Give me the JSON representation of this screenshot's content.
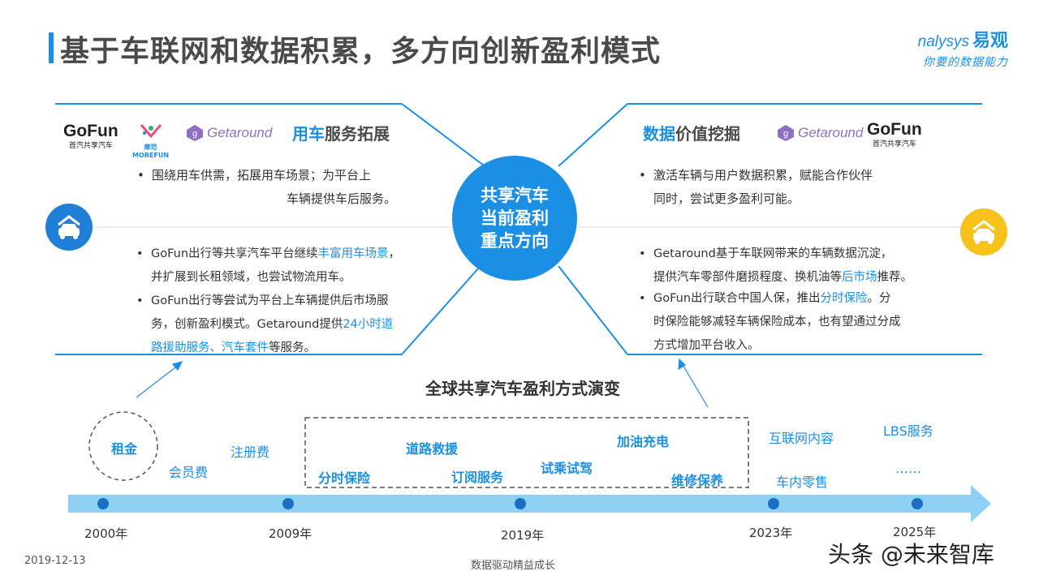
{
  "title": "基于车联网和数据积累，多方向创新盈利模式",
  "brand": {
    "name": "nalysys",
    "name_cn": "易观",
    "slogan": "你要的数据能力"
  },
  "left": {
    "title_highlight": "用车",
    "title_rest": "服务拓展",
    "logos": {
      "gofun": "GoFun",
      "gofun_sub": "首汽共享汽车",
      "morefun_cn": "摩范",
      "morefun": "MOREFUN",
      "getaround": "Getaround"
    },
    "top_bullet": [
      "围绕用车供需，拓展用车场景；为平台上",
      "车辆提供车后服务。"
    ],
    "b1_a": "GoFun出行等共享汽车平台继续",
    "b1_hl": "丰富用车场景",
    "b1_b": "，",
    "b1_line2": "并扩展到长租领域，也尝试物流用车。",
    "b2_line1": "GoFun出行等尝试为平台上车辆提供后市场服",
    "b2_line2_a": "务，创新盈利模式。Getaround提供",
    "b2_line2_hl": "24小时道",
    "b2_line3_hl": "路援助服务、汽车套件",
    "b2_line3_b": "等服务。"
  },
  "right": {
    "title_highlight": "数据",
    "title_rest": "价值挖掘",
    "logos": {
      "getaround": "Getaround",
      "gofun": "GoFun",
      "gofun_sub": "首汽共享汽车"
    },
    "top_bullet": [
      "激活车辆与用户数据积累，赋能合作伙伴",
      "同时，尝试更多盈利可能。"
    ],
    "b1_line1": "Getaround基于车联网带来的车辆数据沉淀，",
    "b1_line2_a": "提供汽车零部件磨损程度、换机油等",
    "b1_line2_hl": "后市场",
    "b1_line2_b": "推荐。",
    "b2_line1_a": "GoFun出行联合中国人保，推出",
    "b2_line1_hl": "分时保险",
    "b2_line1_b": "。分",
    "b2_line2": "时保险能够减轻车辆保险成本，也有望通过分成",
    "b2_line3": "方式增加平台收入。"
  },
  "center": [
    "共享汽车",
    "当前盈利",
    "重点方向"
  ],
  "bullet_char": "•",
  "icons": {
    "left": "car-icon",
    "right": "car-icon"
  },
  "colors": {
    "accent": "#1a8fe3",
    "timeline": "#8fd0f5",
    "yellow": "#f7c21a"
  },
  "evolution_title": "全球共享汽车盈利方式演变",
  "timeline": {
    "years": [
      "2000年",
      "2009年",
      "2019年",
      "2023年",
      "2025年"
    ],
    "items": {
      "rent": "租金",
      "membership": "会员费",
      "registration": "注册费",
      "timeshare_insurance": "分时保险",
      "road_rescue": "道路救援",
      "subscription": "订阅服务",
      "test_drive": "试乘试驾",
      "refuel_charge": "加油充电",
      "maintenance": "维修保养",
      "internet_content": "互联网内容",
      "in_car_retail": "车内零售",
      "lbs": "LBS服务",
      "more": "……"
    }
  },
  "footer": {
    "date": "2019-12-13",
    "center": "数据驱动精益成长",
    "watermark": "头条 @未来智库"
  }
}
